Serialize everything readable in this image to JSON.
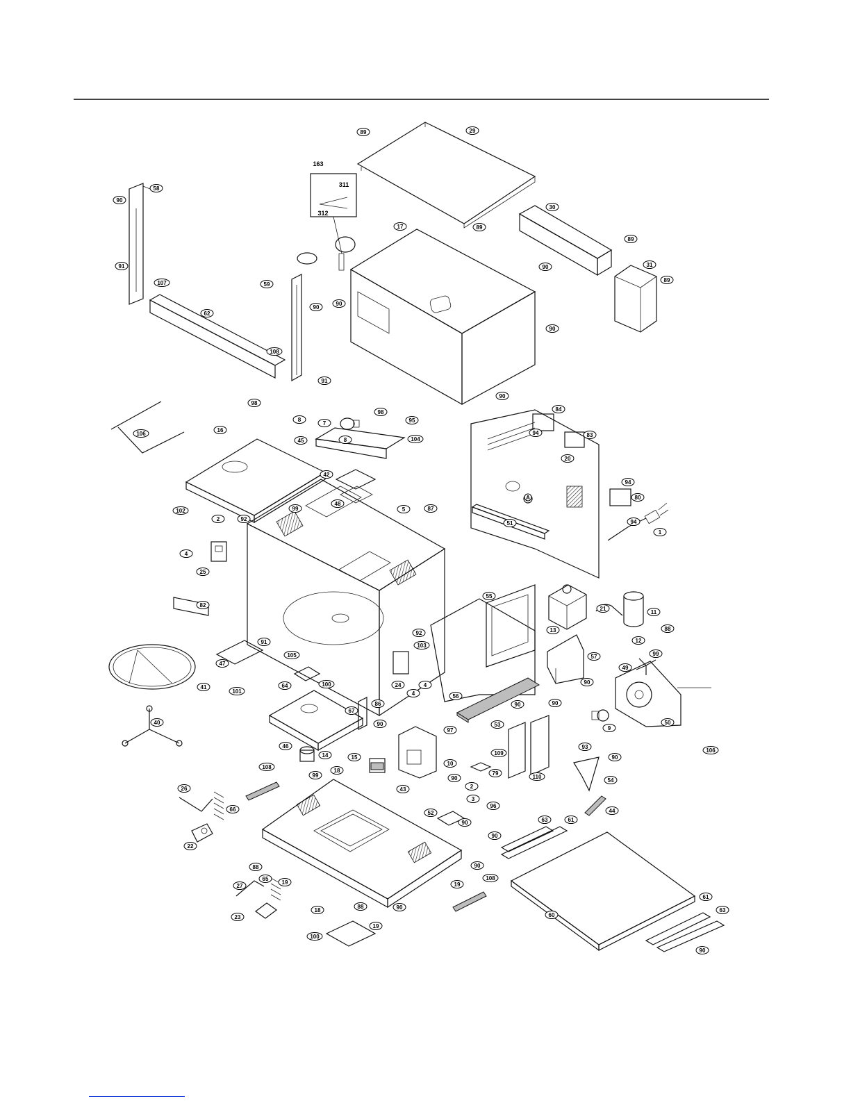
{
  "labels": {
    "l_89a": "89",
    "l_29": "29",
    "l_163": "163",
    "l_311": "311",
    "l_312": "312",
    "l_89b": "89",
    "l_30": "30",
    "l_17": "17",
    "l_90a": "90",
    "l_58": "58",
    "l_91a": "91",
    "l_107": "107",
    "l_59": "59",
    "l_90b": "90",
    "l_62": "62",
    "l_108a": "108",
    "l_91b": "91",
    "l_90c": "90",
    "l_90d": "90",
    "l_89c": "89",
    "l_31": "31",
    "l_89d": "89",
    "l_90e": "90",
    "l_90f": "90",
    "l_106a": "106",
    "l_98a": "98",
    "l_16": "16",
    "l_8a": "8",
    "l_45": "45",
    "l_98b": "98",
    "l_7": "7",
    "l_8b": "8",
    "l_95": "95",
    "l_104": "104",
    "l_84": "84",
    "l_94a": "94",
    "l_83": "83",
    "l_20": "20",
    "l_94b": "94",
    "l_80": "80",
    "l_94c": "94",
    "l_1": "1",
    "l_42": "42",
    "l_48": "48",
    "l_99a": "99",
    "l_5": "5",
    "l_87": "87",
    "l_51": "51",
    "l_102": "102",
    "l_2a": "2",
    "l_92a": "92",
    "l_4a": "4",
    "l_25": "25",
    "l_82": "82",
    "l_55": "55",
    "l_13": "13",
    "l_21": "21",
    "l_11": "11",
    "l_12": "12",
    "l_88a": "88",
    "l_92b": "92",
    "l_103": "103",
    "l_91c": "91",
    "l_105": "105",
    "l_47": "47",
    "l_101": "101",
    "l_24": "24",
    "l_4b": "4",
    "l_4c": "4",
    "l_56": "56",
    "l_57": "57",
    "l_49": "49",
    "l_99b": "99",
    "l_90g": "90",
    "l_41": "41",
    "l_64": "64",
    "l_100a": "100",
    "l_67": "67",
    "l_86": "86",
    "l_53": "53",
    "l_90h": "90",
    "l_90i": "90",
    "l_50": "50",
    "l_40": "40",
    "l_90j": "90",
    "l_97": "97",
    "l_109": "109",
    "l_110": "110",
    "l_9": "9",
    "l_93": "93",
    "l_90k": "90",
    "l_46": "46",
    "l_14": "14",
    "l_15": "15",
    "l_10": "10",
    "l_79": "79",
    "l_108b": "108",
    "l_99c": "99",
    "l_18a": "18",
    "l_43": "43",
    "l_90l": "90",
    "l_2b": "2",
    "l_3": "3",
    "l_96": "96",
    "l_54": "54",
    "l_26": "26",
    "l_66": "66",
    "l_52": "52",
    "l_90m": "90",
    "l_44": "44",
    "l_22": "22",
    "l_63a": "63",
    "l_61a": "61",
    "l_90n": "90",
    "l_88b": "88",
    "l_90o": "90",
    "l_27": "27",
    "l_65": "65",
    "l_19a": "19",
    "l_19b": "19",
    "l_108c": "108",
    "l_60": "60",
    "l_88c": "88",
    "l_90p": "90",
    "l_23": "23",
    "l_18b": "18",
    "l_19c": "19",
    "l_100b": "100",
    "l_61b": "61",
    "l_63b": "63",
    "l_90q": "90",
    "l_106b": "106"
  },
  "reference_mark": "A"
}
